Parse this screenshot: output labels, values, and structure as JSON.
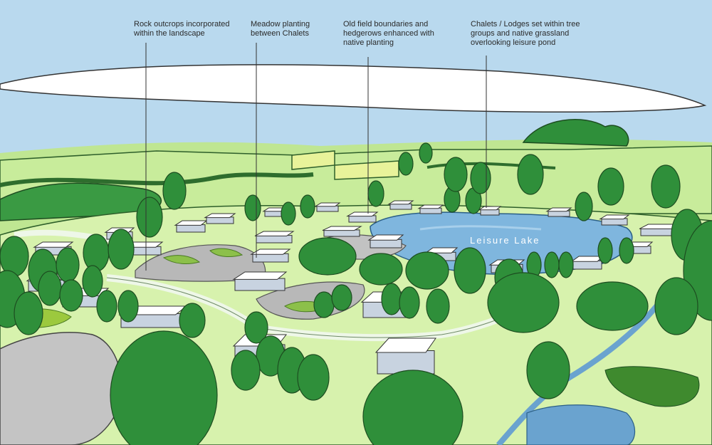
{
  "callouts": [
    {
      "lines": [
        "Rock outcrops incorporated",
        "within the landscape"
      ]
    },
    {
      "lines": [
        "Meadow planting",
        "between Chalets"
      ]
    },
    {
      "lines": [
        "Old field boundaries and",
        "hedgerows enhanced with",
        "native planting"
      ]
    },
    {
      "lines": [
        "Chalets / Lodges set within tree",
        "groups and native grassland",
        "overlooking leisure pond"
      ]
    }
  ],
  "lake_label": "Leisure Lake",
  "colors": {
    "sky": "#b9d9ee",
    "grass": "#c9ec9a",
    "grass_light": "#ddf3b4",
    "tree": "#2f8f3a",
    "lake": "#7fb6de",
    "rock": "#b8b8b8",
    "meadow": "#8cc04a"
  }
}
